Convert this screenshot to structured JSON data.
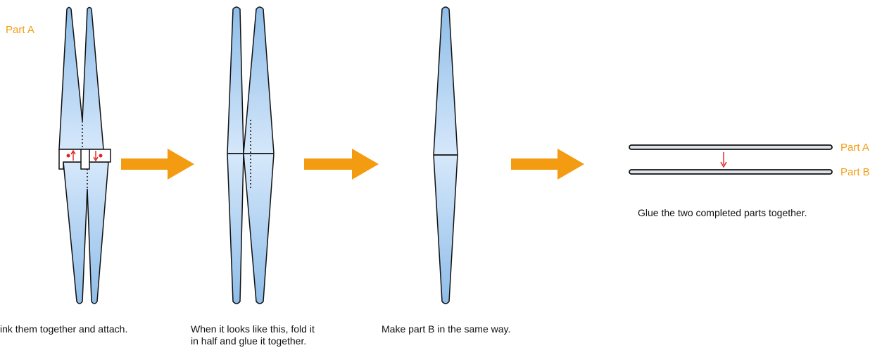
{
  "colors": {
    "accent": "#F39C12",
    "part_fill_light": "#D6E8FB",
    "part_fill_dark": "#8FBDE8",
    "outline": "#111111",
    "marker": "#E02020"
  },
  "labels": {
    "part_a": "Part A",
    "part_b": "Part B"
  },
  "steps": [
    {
      "caption": "ink them together and attach."
    },
    {
      "caption_line1": "When it looks like this, fold it",
      "caption_line2": "in half and glue it together."
    },
    {
      "caption": "Make part B in the same way."
    },
    {
      "caption": "Glue the two completed parts together."
    }
  ],
  "icons": {
    "step_arrow": "arrow-right-icon",
    "glue_arrow": "arrow-down-icon"
  }
}
